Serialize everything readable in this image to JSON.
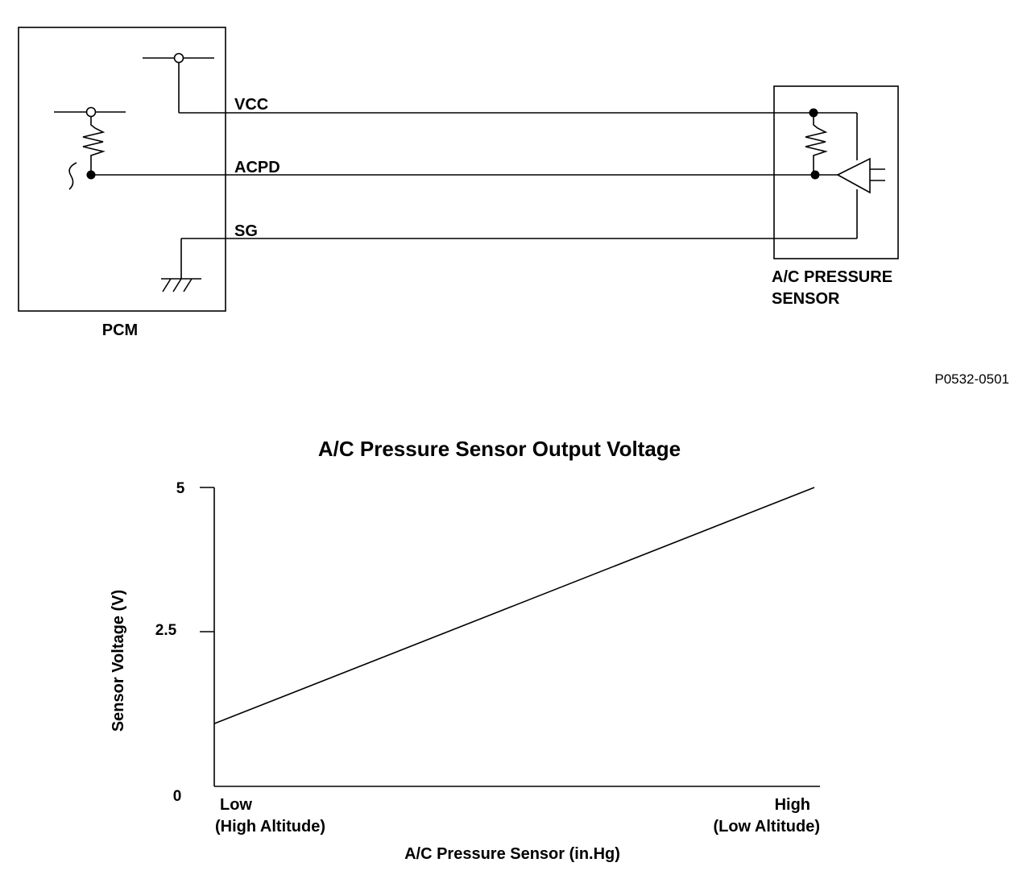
{
  "circuit": {
    "pcm_label": "PCM",
    "sensor_label_line1": "A/C PRESSURE",
    "sensor_label_line2": "SENSOR",
    "wires": {
      "vcc": "VCC",
      "acpd": "ACPD",
      "sg": "SG"
    },
    "figure_code": "P0532-0501"
  },
  "chart_data": {
    "type": "line",
    "title": "A/C Pressure Sensor Output Voltage",
    "ylabel": "Sensor Voltage (V)",
    "xlabel": "A/C Pressure Sensor (in.Hg)",
    "y_ticks": [
      "5",
      "2.5",
      "0"
    ],
    "ylim": [
      0,
      5
    ],
    "xlim": [
      0,
      1
    ],
    "x_labels": {
      "low_line1": "Low",
      "low_line2": "(High Altitude)",
      "high_line1": "High",
      "high_line2": "(Low Altitude)"
    },
    "series": [
      {
        "x": [
          0,
          1
        ],
        "y": [
          1.05,
          5.0
        ]
      }
    ],
    "grid": false
  }
}
